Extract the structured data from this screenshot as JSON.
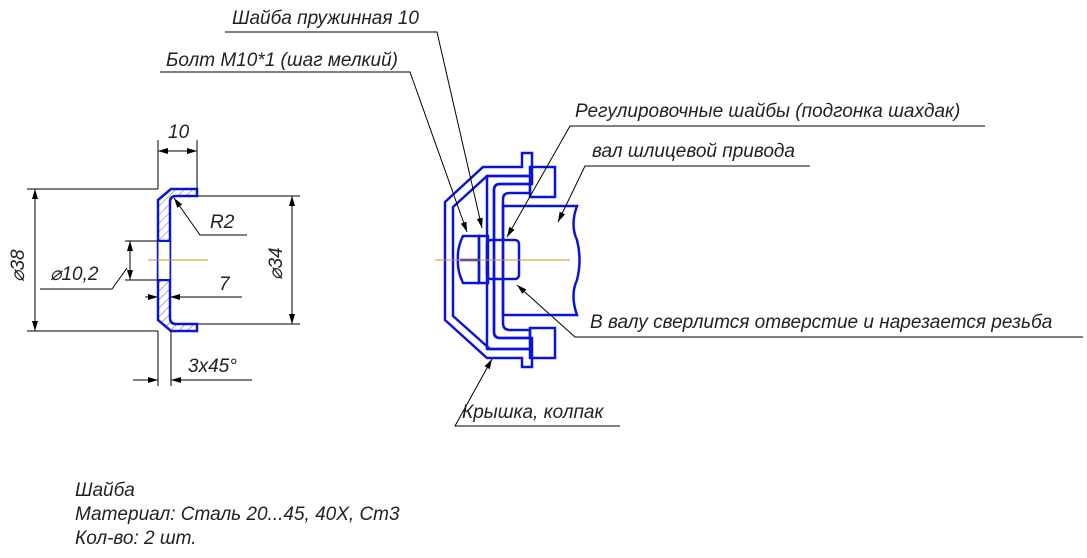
{
  "labels": {
    "spring_washer": "Шайба пружинная 10",
    "bolt": "Болт М10*1 (шаг мелкий)",
    "adjusting_washers": "Регулировочные шайбы (подгонка шахдак)",
    "shaft": "вал шлицевой привода",
    "thread_note": "В валу сверлится отверстие и нарезается резьба",
    "cap": "Крышка, колпак"
  },
  "dimensions": {
    "width": "10",
    "outer_dia": "⌀38",
    "inner_dia": "⌀34",
    "hole_dia": "⌀10,2",
    "radius": "R2",
    "depth": "7",
    "chamfer": "3x45°"
  },
  "notes": [
    "Шайба",
    "Материал: Сталь 20...45, 40Х, Ст3",
    "Кол-во: 2 шт."
  ],
  "colors": {
    "outline": "#0a14d8",
    "centerline": "#e08a1e"
  }
}
